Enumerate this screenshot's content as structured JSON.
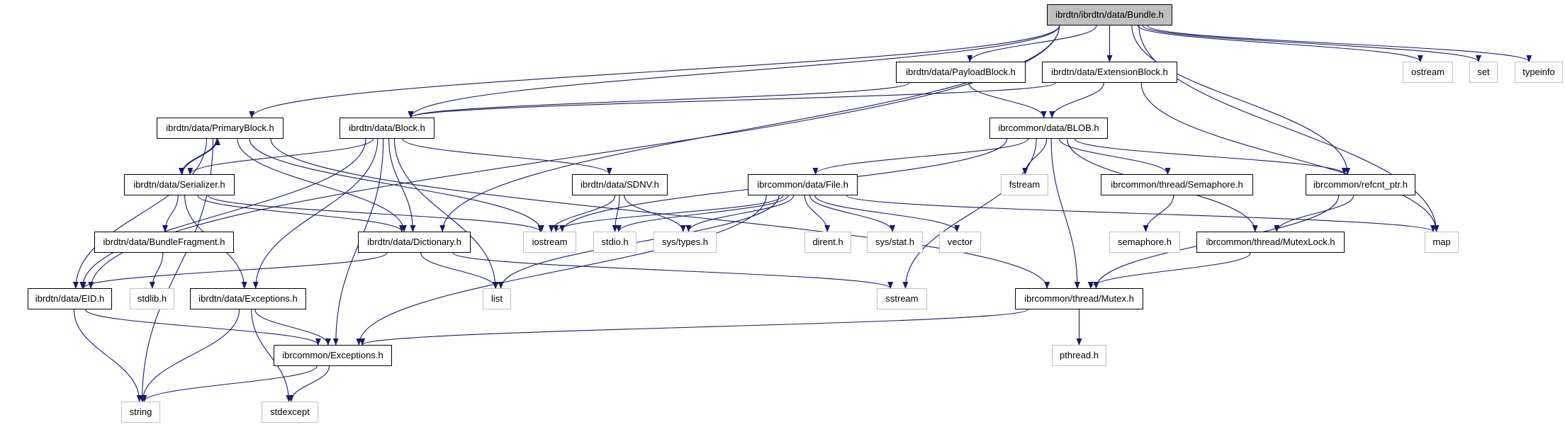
{
  "graph": {
    "edge_color": "#191970",
    "root_fill": "#bfbfbf",
    "external_border": "#bfbfbf",
    "nodes": [
      {
        "id": "bundle",
        "label": "ibrdtn/ibrdtn/data/Bundle.h",
        "kind": "root"
      },
      {
        "id": "payloadblock",
        "label": "ibrdtn/data/PayloadBlock.h",
        "kind": "doc"
      },
      {
        "id": "extensionblock",
        "label": "ibrdtn/data/ExtensionBlock.h",
        "kind": "doc"
      },
      {
        "id": "ostream",
        "label": "ostream",
        "kind": "ext"
      },
      {
        "id": "set",
        "label": "set",
        "kind": "ext"
      },
      {
        "id": "typeinfo",
        "label": "typeinfo",
        "kind": "ext"
      },
      {
        "id": "primaryblock",
        "label": "ibrdtn/data/PrimaryBlock.h",
        "kind": "doc"
      },
      {
        "id": "block",
        "label": "ibrdtn/data/Block.h",
        "kind": "doc"
      },
      {
        "id": "blob",
        "label": "ibrcommon/data/BLOB.h",
        "kind": "doc"
      },
      {
        "id": "serializer",
        "label": "ibrdtn/data/Serializer.h",
        "kind": "doc"
      },
      {
        "id": "sdnv",
        "label": "ibrdtn/data/SDNV.h",
        "kind": "doc"
      },
      {
        "id": "file",
        "label": "ibrcommon/data/File.h",
        "kind": "doc"
      },
      {
        "id": "fstream",
        "label": "fstream",
        "kind": "ext"
      },
      {
        "id": "semaphore",
        "label": "ibrcommon/thread/Semaphore.h",
        "kind": "doc"
      },
      {
        "id": "refcnt",
        "label": "ibrcommon/refcnt_ptr.h",
        "kind": "doc"
      },
      {
        "id": "bundlefragment",
        "label": "ibrdtn/data/BundleFragment.h",
        "kind": "doc"
      },
      {
        "id": "dictionary",
        "label": "ibrdtn/data/Dictionary.h",
        "kind": "doc"
      },
      {
        "id": "iostream",
        "label": "iostream",
        "kind": "ext"
      },
      {
        "id": "stdio",
        "label": "stdio.h",
        "kind": "ext"
      },
      {
        "id": "systypes",
        "label": "sys/types.h",
        "kind": "ext"
      },
      {
        "id": "dirent",
        "label": "dirent.h",
        "kind": "ext"
      },
      {
        "id": "sysstat",
        "label": "sys/stat.h",
        "kind": "ext"
      },
      {
        "id": "vector",
        "label": "vector",
        "kind": "ext"
      },
      {
        "id": "semaphoreh",
        "label": "semaphore.h",
        "kind": "ext"
      },
      {
        "id": "mutexlock",
        "label": "ibrcommon/thread/MutexLock.h",
        "kind": "doc"
      },
      {
        "id": "map",
        "label": "map",
        "kind": "ext"
      },
      {
        "id": "eid",
        "label": "ibrdtn/data/EID.h",
        "kind": "doc"
      },
      {
        "id": "stdlib",
        "label": "stdlib.h",
        "kind": "ext"
      },
      {
        "id": "dataexceptions",
        "label": "ibrdtn/data/Exceptions.h",
        "kind": "doc"
      },
      {
        "id": "list",
        "label": "list",
        "kind": "ext"
      },
      {
        "id": "sstream",
        "label": "sstream",
        "kind": "ext"
      },
      {
        "id": "mutex",
        "label": "ibrcommon/thread/Mutex.h",
        "kind": "doc"
      },
      {
        "id": "commonexceptions",
        "label": "ibrcommon/Exceptions.h",
        "kind": "doc"
      },
      {
        "id": "pthread",
        "label": "pthread.h",
        "kind": "ext"
      },
      {
        "id": "string",
        "label": "string",
        "kind": "ext"
      },
      {
        "id": "stdexcept",
        "label": "stdexcept",
        "kind": "ext"
      }
    ],
    "edges": [
      [
        "bundle",
        "primaryblock"
      ],
      [
        "bundle",
        "block"
      ],
      [
        "bundle",
        "eid"
      ],
      [
        "bundle",
        "dictionary"
      ],
      [
        "bundle",
        "payloadblock"
      ],
      [
        "bundle",
        "extensionblock"
      ],
      [
        "bundle",
        "ostream"
      ],
      [
        "bundle",
        "set"
      ],
      [
        "bundle",
        "typeinfo"
      ],
      [
        "bundle",
        "map"
      ],
      [
        "bundle",
        "refcnt"
      ],
      [
        "payloadblock",
        "block"
      ],
      [
        "payloadblock",
        "blob"
      ],
      [
        "extensionblock",
        "block"
      ],
      [
        "extensionblock",
        "blob"
      ],
      [
        "extensionblock",
        "map"
      ],
      [
        "primaryblock",
        "serializer"
      ],
      [
        "primaryblock",
        "eid"
      ],
      [
        "primaryblock",
        "string"
      ],
      [
        "primaryblock",
        "iostream"
      ],
      [
        "primaryblock",
        "dictionary"
      ],
      [
        "primaryblock",
        "mutex"
      ],
      [
        "block",
        "serializer"
      ],
      [
        "block",
        "eid"
      ],
      [
        "block",
        "dataexceptions"
      ],
      [
        "block",
        "commonexceptions"
      ],
      [
        "block",
        "dictionary"
      ],
      [
        "block",
        "list"
      ],
      [
        "block",
        "sdnv"
      ],
      [
        "serializer",
        "primaryblock"
      ],
      [
        "serializer",
        "bundlefragment"
      ],
      [
        "serializer",
        "dataexceptions"
      ],
      [
        "serializer",
        "dictionary"
      ],
      [
        "serializer",
        "iostream"
      ],
      [
        "bundlefragment",
        "stdlib"
      ],
      [
        "dictionary",
        "eid"
      ],
      [
        "dictionary",
        "list"
      ],
      [
        "dictionary",
        "sstream"
      ],
      [
        "eid",
        "string"
      ],
      [
        "eid",
        "commonexceptions"
      ],
      [
        "dataexceptions",
        "string"
      ],
      [
        "dataexceptions",
        "stdexcept"
      ],
      [
        "dataexceptions",
        "commonexceptions"
      ],
      [
        "commonexceptions",
        "string"
      ],
      [
        "commonexceptions",
        "stdexcept"
      ],
      [
        "sdnv",
        "iostream"
      ],
      [
        "sdnv",
        "stdio"
      ],
      [
        "sdnv",
        "systypes"
      ],
      [
        "blob",
        "iostream"
      ],
      [
        "blob",
        "file"
      ],
      [
        "blob",
        "fstream"
      ],
      [
        "blob",
        "sstream"
      ],
      [
        "blob",
        "mutex"
      ],
      [
        "blob",
        "semaphore"
      ],
      [
        "blob",
        "mutexlock"
      ],
      [
        "blob",
        "refcnt"
      ],
      [
        "file",
        "iostream"
      ],
      [
        "file",
        "stdio"
      ],
      [
        "file",
        "systypes"
      ],
      [
        "file",
        "dirent"
      ],
      [
        "file",
        "sysstat"
      ],
      [
        "file",
        "vector"
      ],
      [
        "file",
        "list"
      ],
      [
        "file",
        "commonexceptions"
      ],
      [
        "file",
        "map"
      ],
      [
        "semaphore",
        "semaphoreh"
      ],
      [
        "refcnt",
        "mutexlock"
      ],
      [
        "refcnt",
        "mutex"
      ],
      [
        "mutexlock",
        "mutex"
      ],
      [
        "mutex",
        "pthread"
      ],
      [
        "mutex",
        "commonexceptions"
      ]
    ]
  }
}
